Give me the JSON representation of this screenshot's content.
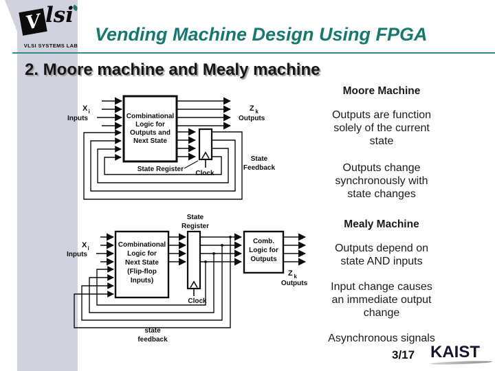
{
  "slide": {
    "title": "Vending Machine Design Using FPGA",
    "heading": "2. Moore machine and Mealy machine",
    "page_number": "3/17"
  },
  "logo": {
    "glyph_v": "V",
    "glyph_script": "lsi",
    "lab_label": "VLSI SYSTEMS LAB"
  },
  "kaist_logo": "KAIST",
  "moore_diagram": {
    "x_label": "X",
    "x_sub": "i",
    "inputs_label": "Inputs",
    "z_label": "Z",
    "z_sub": "k",
    "outputs_label": "Outputs",
    "box_lines": [
      "Combinational",
      "Logic for",
      "Outputs and",
      "Next State"
    ],
    "state_register_label": "State Register",
    "clock_label": "Clock",
    "feedback_lines": [
      "State",
      "Feedback"
    ]
  },
  "mealy_diagram": {
    "register_lines": [
      "State",
      "Register"
    ],
    "x_label": "X",
    "x_sub": "i",
    "inputs_label": "Inputs",
    "box1_lines": [
      "Combinational",
      "Logic for",
      "Next State",
      "(Flip-flop",
      "Inputs)"
    ],
    "box2_lines": [
      "Comb.",
      "Logic for",
      "Outputs"
    ],
    "clock_label": "Clock",
    "z_label": "Z",
    "z_sub": "k",
    "outputs_label": "Outputs",
    "feedback_lines": [
      "state",
      "feedback"
    ]
  },
  "right_column": {
    "moore_heading": "Moore Machine",
    "moore_point_1": "Outputs are function solely of the current state",
    "moore_point_2": "Outputs change synchronously with state changes",
    "mealy_heading": "Mealy Machine",
    "mealy_point_1": "Outputs depend on state AND inputs",
    "mealy_point_2": "Input change causes an immediate output change",
    "mealy_point_3": "Asynchronous signals"
  },
  "colors": {
    "title_teal": "#17786e",
    "rule_teal": "#2f8a8a",
    "side_band": "#d2d2de",
    "diagram_ink": "#0d0d0d"
  }
}
